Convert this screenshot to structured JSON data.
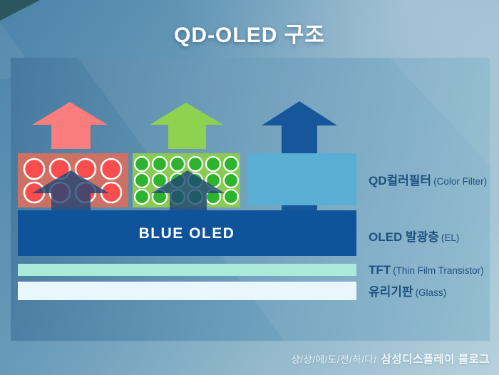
{
  "title": "QD-OLED 구조",
  "diagram": {
    "blue_oled_label": "BLUE OLED",
    "layer_labels": [
      {
        "main": "QD컬러필터",
        "sub": "(Color Filter)"
      },
      {
        "main": "OLED 발광층",
        "sub": "(EL)"
      },
      {
        "main": "TFT",
        "sub": "(Thin Film Transistor)"
      },
      {
        "main": "유리기판",
        "sub": "(Glass)"
      }
    ]
  },
  "footer": {
    "slogan": "상/상/에/도/전/하/다/",
    "brand": "삼성디스플레이 블로그"
  },
  "colors": {
    "accent_red": "#f97d7d",
    "accent_green": "#8ed24f",
    "accent_blue": "#16579c",
    "red_block": "#ce7165",
    "red_dot": "#fa4d4d",
    "green_block": "#8bca52",
    "green_dot": "#2db32d",
    "sky_block": "#58aed3",
    "oled_bar": "#0f549b",
    "tft_layer": "#a9ead9",
    "glass_layer": "#e9f6fc",
    "label_text": "#1e5180",
    "overlay_arrow": "#1b4376"
  }
}
